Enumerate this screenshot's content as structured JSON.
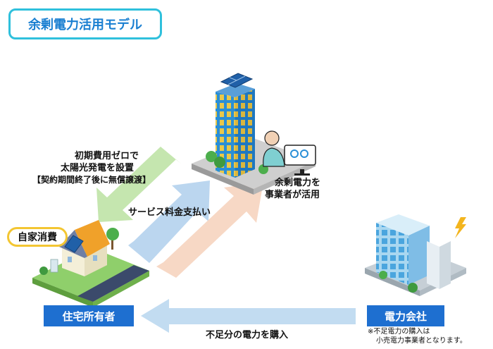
{
  "title": "余剰電力活用モデル",
  "labels": {
    "install_line1": "初期費用ゼロで",
    "install_line2": "太陽光発電を設置",
    "install_line3": "【契約期間終了後に無償譲渡】",
    "service_fee": "サービス料金支払い",
    "surplus_line1": "余剰電力を",
    "surplus_line2": "事業者が活用",
    "self_consumption": "自家消費",
    "homeowner": "住宅所有者",
    "power_company": "電力会社",
    "purchase": "不足分の電力を購入",
    "note_line1": "※不足電力の購入は",
    "note_line2": "小売電力事業者となります。"
  },
  "colors": {
    "title_border": "#2fc0dc",
    "title_text": "#1a7fd1",
    "badge": "#1e6fd0",
    "arrow_green": "#bfe3a6",
    "arrow_blue": "#b7d4ee",
    "arrow_peach": "#f7d6c2",
    "pill_border": "#f3c632"
  },
  "icons": [
    "office-building-icon",
    "house-icon",
    "power-plant-icon",
    "lightning-icon",
    "operator-icon"
  ]
}
